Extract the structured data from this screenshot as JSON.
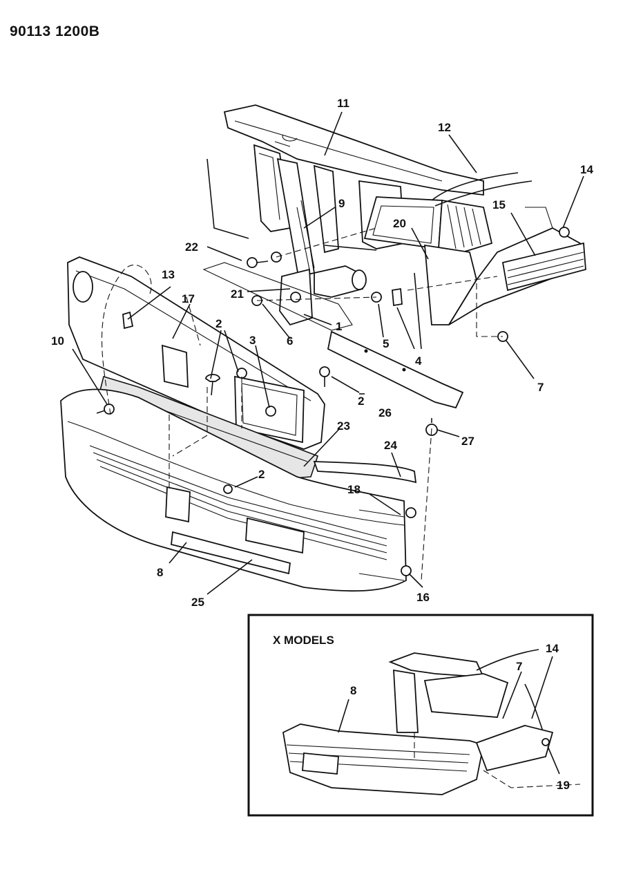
{
  "document_code": "90113 1200B",
  "inset": {
    "title": "X MODELS"
  },
  "callouts": [
    {
      "id": "c1",
      "text": "1"
    },
    {
      "id": "c2a",
      "text": "2"
    },
    {
      "id": "c2b",
      "text": "2"
    },
    {
      "id": "c2c",
      "text": "2"
    },
    {
      "id": "c3",
      "text": "3"
    },
    {
      "id": "c4",
      "text": "4"
    },
    {
      "id": "c5",
      "text": "5"
    },
    {
      "id": "c6",
      "text": "6"
    },
    {
      "id": "c7",
      "text": "7"
    },
    {
      "id": "c8",
      "text": "8"
    },
    {
      "id": "c9",
      "text": "9"
    },
    {
      "id": "c10",
      "text": "10"
    },
    {
      "id": "c11",
      "text": "11"
    },
    {
      "id": "c12",
      "text": "12"
    },
    {
      "id": "c13",
      "text": "13"
    },
    {
      "id": "c14",
      "text": "14"
    },
    {
      "id": "c15",
      "text": "15"
    },
    {
      "id": "c16",
      "text": "16"
    },
    {
      "id": "c17",
      "text": "17"
    },
    {
      "id": "c18",
      "text": "18"
    },
    {
      "id": "c20",
      "text": "20"
    },
    {
      "id": "c21",
      "text": "21"
    },
    {
      "id": "c22",
      "text": "22"
    },
    {
      "id": "c23",
      "text": "23"
    },
    {
      "id": "c24",
      "text": "24"
    },
    {
      "id": "c25",
      "text": "25"
    },
    {
      "id": "c26",
      "text": "26"
    },
    {
      "id": "c27",
      "text": "27"
    },
    {
      "id": "x8",
      "text": "8"
    },
    {
      "id": "x7",
      "text": "7"
    },
    {
      "id": "x14",
      "text": "14"
    },
    {
      "id": "x19",
      "text": "19"
    }
  ]
}
